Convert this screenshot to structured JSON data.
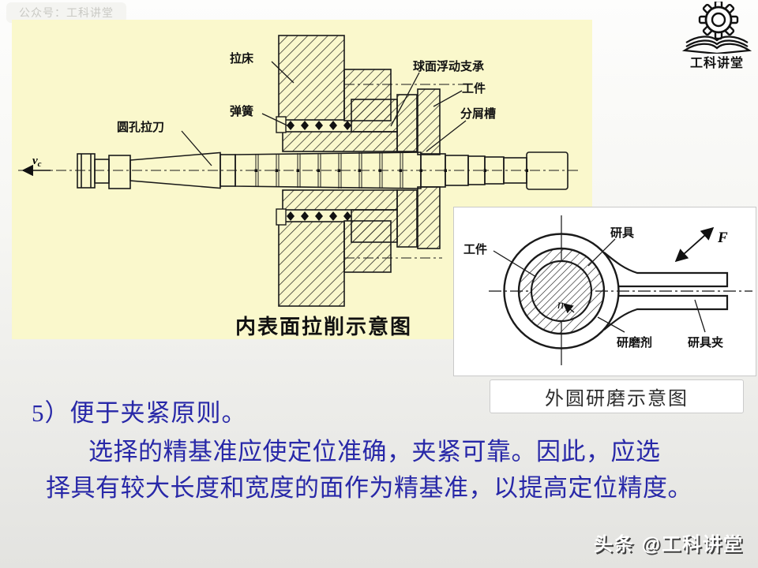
{
  "slide": {
    "top_watermark": "公众号：工科讲堂",
    "logo_title": "工科讲堂",
    "heading": "5）便于夹紧原则。",
    "para_line1": "选择的精基准应使定位准确，夹紧可靠。因此，应选",
    "para_line2": "择具有较大长度和宽度的面作为精基准，以提高定位精度。",
    "bottom_watermark": "头条 @工科讲堂"
  },
  "main_figure": {
    "caption": "内表面拉削示意图",
    "labels": {
      "broaching_machine": "拉床",
      "spring": "弹簧",
      "round_hole_broach": "圆孔拉刀",
      "spherical_floating_support": "球面浮动支承",
      "workpiece": "工件",
      "chip_groove": "分屑槽",
      "v_main": "v",
      "v_sub": "c"
    }
  },
  "inset_figure": {
    "caption": "外圆研磨示意图",
    "labels": {
      "workpiece": "工件",
      "lap_tool": "研具",
      "force": "F",
      "speed": "n",
      "abrasive": "研磨剂",
      "lap_holder": "研具夹"
    }
  },
  "colors": {
    "panel_yellow": "#FAF8CC",
    "text_blue": "#2828A8",
    "ink": "#1A1A1A"
  }
}
